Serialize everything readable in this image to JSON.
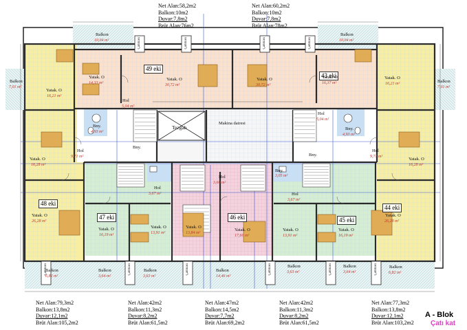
{
  "top_summaries": [
    {
      "net": "Net Alan:58,2m2",
      "balkon": "Balkon:10m2",
      "duvar": "Duvar:7,8m2",
      "brut": "Brüt Alan:76m2"
    },
    {
      "net": "Net Alan:60,2m2",
      "balkon": "Balkon:10m2",
      "duvar": "Duvar:7,8m2",
      "brut": "Brüt Alan:78m2"
    }
  ],
  "bottom_summaries": [
    {
      "net": "Net Alan:79,3m2",
      "balkon": "Balkon:13,8m2",
      "duvar": "Duvar:12,1m2",
      "brut": "Brüt Alan:105,2m2"
    },
    {
      "net": "Net Alan:42m2",
      "balkon": "Balkon:11,3m2",
      "duvar": "Duvar:8,2m2",
      "brut": "Brüt Alan:61,5m2"
    },
    {
      "net": "Net Alan:47m2",
      "balkon": "Balkon:14,5m2",
      "duvar": "Duvar:7,7m2",
      "brut": "Brüt Alan:69,2m2"
    },
    {
      "net": "Net Alan:42m2",
      "balkon": "Balkon:11,3m2",
      "duvar": "Duvar:8,2m2",
      "brut": "Brüt Alan:61,5m2"
    },
    {
      "net": "Net Alan:77,3m2",
      "balkon": "Balkon:13,8m2",
      "duvar": "Duvar:12,1m2",
      "brut": "Brüt Alan:103,2m2"
    }
  ],
  "block_title": "A - Blok",
  "floor_title": "Çatı kat",
  "unit_badges": [
    "49 eki",
    "43 eki",
    "48 eki",
    "47 eki",
    "46 eki",
    "45 eki",
    "44 eki"
  ],
  "rooms": {
    "balkon": "Balkon",
    "yatak": "Yatak. O",
    "hol": "Hol",
    "banyo": "Bny.",
    "tezgah": "Tezgah",
    "makina": "Makina dairesi",
    "cahmasi": "Çahmasi"
  },
  "areas": {
    "balkon_tl": "10,04 m²",
    "balkon_tr": "10,04 m²",
    "yatak_49a": "14,33 m²",
    "yatak_49b": "30,72 m²",
    "yatak_43a": "30,72 m²",
    "yatak_43b": "16,37 m²",
    "balkon_l": "7,01 m²",
    "balkon_r": "7,01 m²",
    "yatak_l": "16,21 m²",
    "yatak_r": "16,21 m²",
    "hol_l1": "5,04 m²",
    "hol_r1": "5,04 m²",
    "hol_l2": "9,71 m²",
    "hol_r2": "9,71 m²",
    "yatak_l2": "16,28 m²",
    "yatak_r2": "16,28 m²",
    "bny_l": "4,93 m²",
    "bny_r": "4,93 m²",
    "yatak_48": "26,28 m²",
    "yatak_44": "26,28 m²",
    "hol_c": "3,60 m²",
    "hol_47": "3,67 m²",
    "hol_45": "3,67 m²",
    "bny_c": "3,05 m²",
    "yatak_47a": "16,19 m²",
    "yatak_47b": "13,91 m²",
    "yatak_46a": "13,84 m²",
    "yatak_46b": "17,60 m²",
    "yatak_45a": "13,91 m²",
    "yatak_45b": "16,19 m²",
    "balkon_b1": "6,82 m²",
    "balkon_b2": "3,64 m²",
    "balkon_b3": "3,63 m²",
    "balkon_b4": "14,46 m²",
    "balkon_b5": "3,63 m²",
    "balkon_b6": "3,64 m²",
    "balkon_b7": "6,82 m²"
  },
  "colors": {
    "yellow": "#f7eea2",
    "green": "#d5edd1",
    "peach": "#fbe0cc",
    "blue": "#c9dff3",
    "pink": "#f4d2de",
    "wall": "#2a2a2a",
    "furniture": "#e0ad56",
    "floor_title": "#e23cc8"
  }
}
